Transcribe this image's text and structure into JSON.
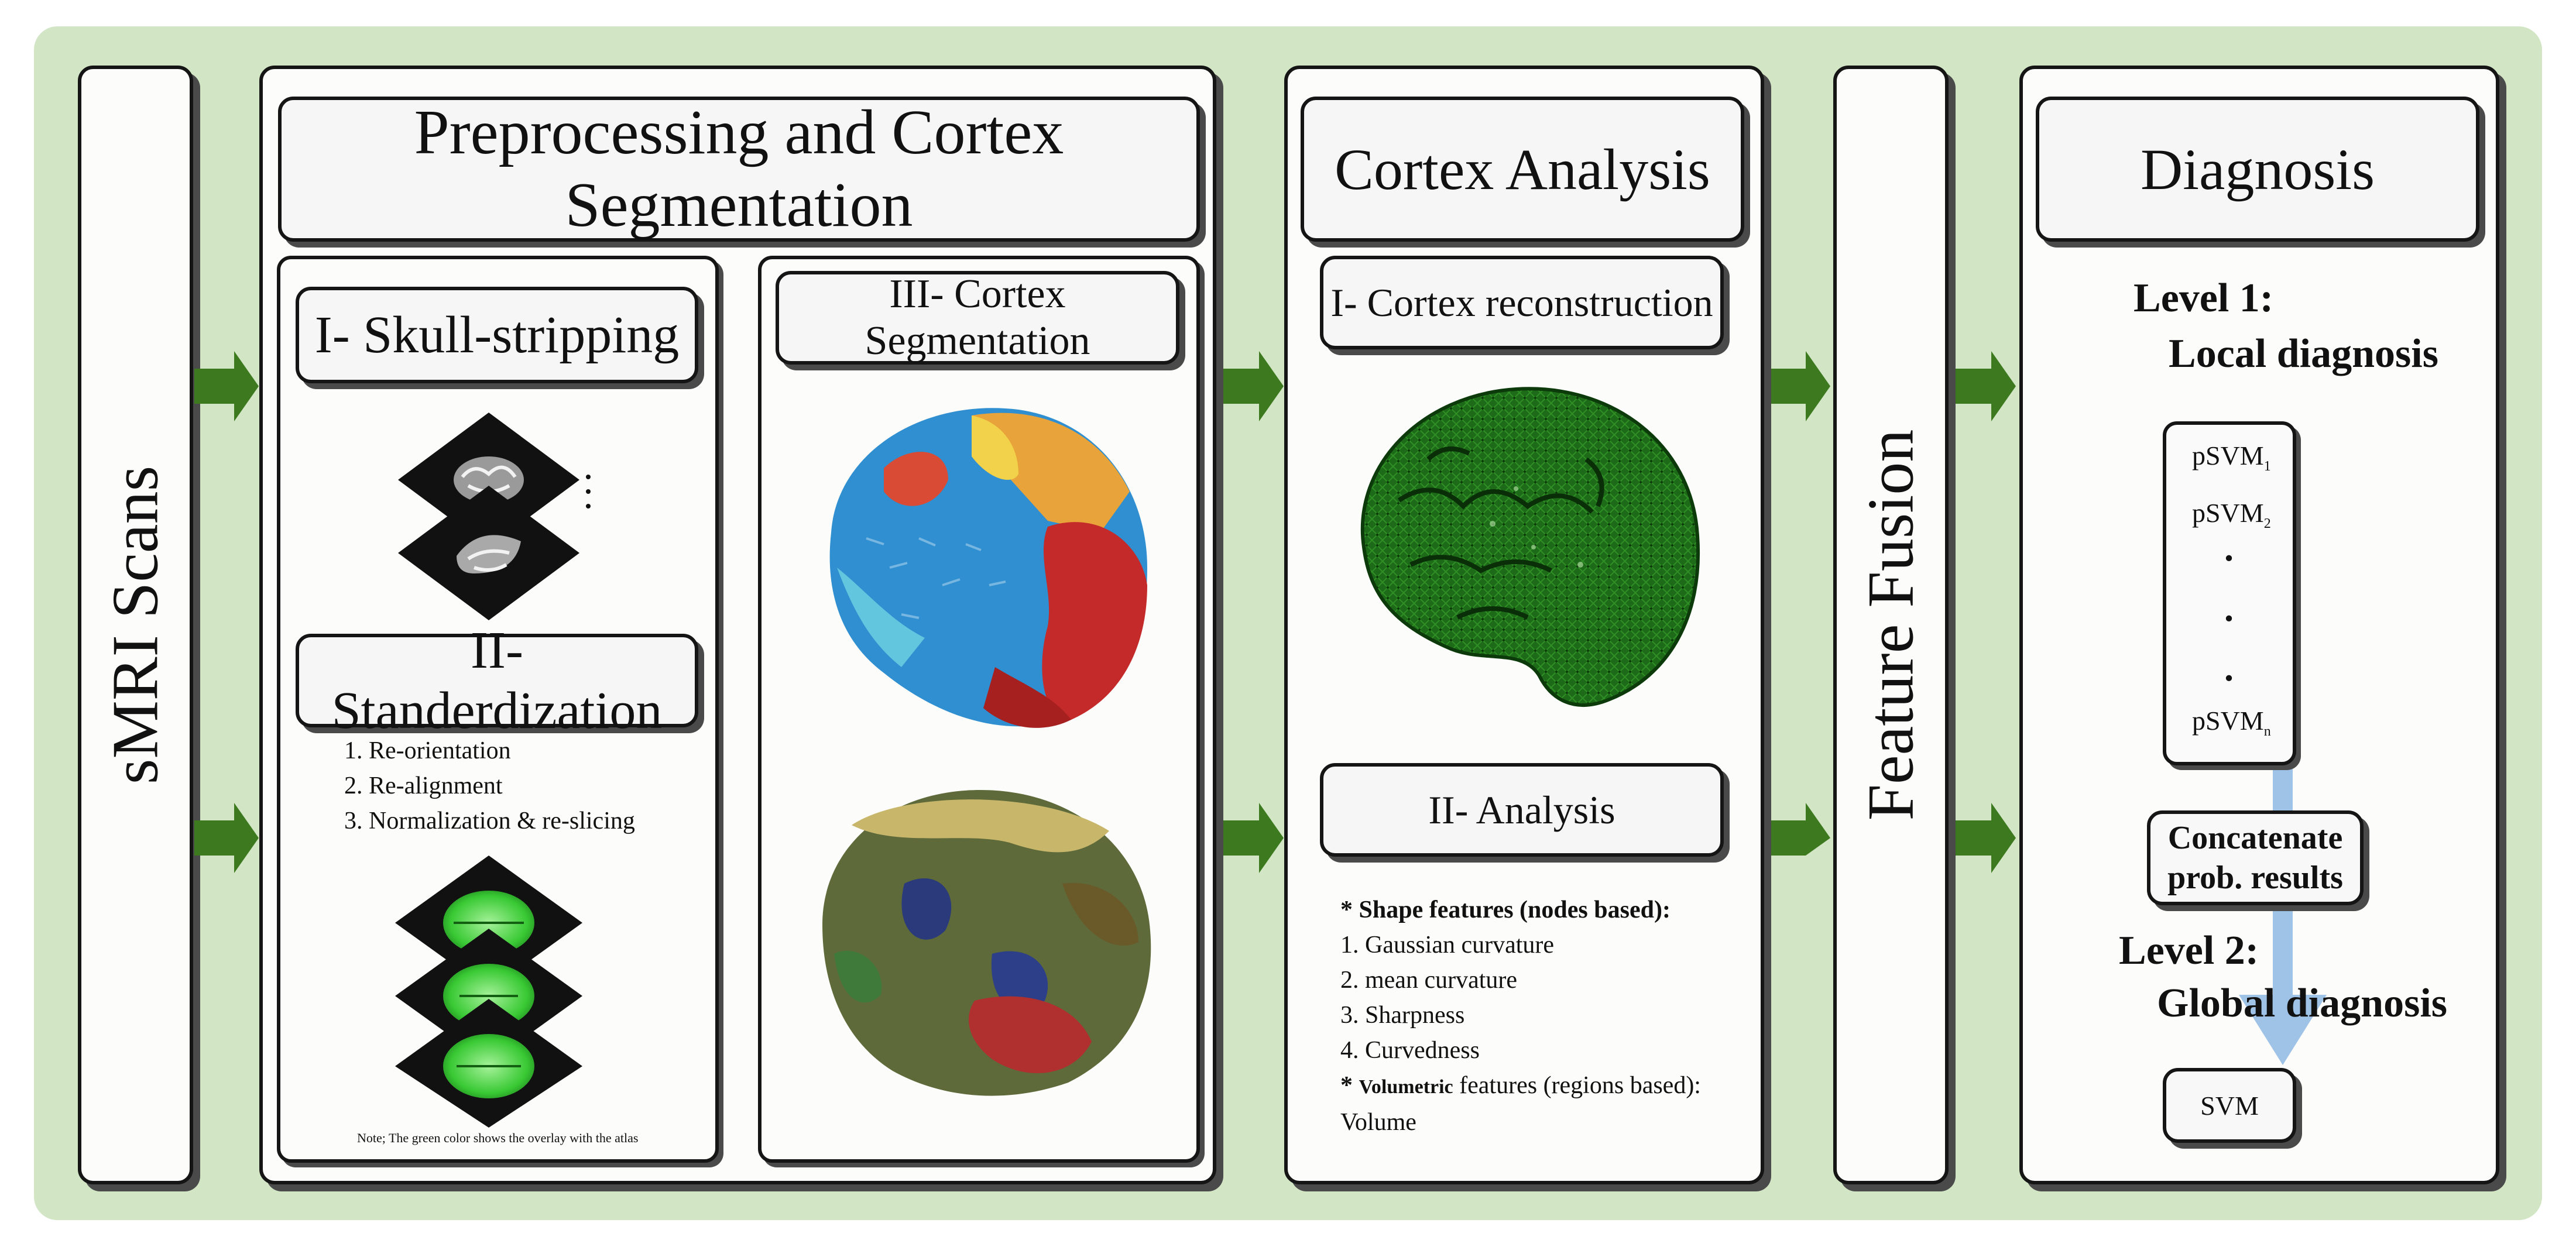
{
  "stages": {
    "smri": "sMRI Scans",
    "preprocessing": {
      "title": "Preprocessing and Cortex Segmentation",
      "skull": "I- Skull-stripping",
      "standard": "II- Standerdization",
      "steps": [
        "1. Re-orientation",
        "2. Re-alignment",
        "3. Normalization & re-slicing"
      ],
      "note": "Note; The green color shows the overlay with the atlas",
      "segmentation": "III- Cortex Segmentation"
    },
    "cortex": {
      "title": "Cortex Analysis",
      "reconstruction": "I- Cortex reconstruction",
      "analysis": "II- Analysis",
      "shape_header": "* Shape features (nodes based):",
      "shape_items": [
        "1. Gaussian curvature",
        "2. mean curvature",
        "3. Sharpness",
        "4. Curvedness"
      ],
      "vol_star": "*",
      "vol_word": "Volumetric",
      "vol_rest": "features (regions based):",
      "vol_item": "Volume"
    },
    "fusion": "Feature Fusion",
    "diagnosis": {
      "title": "Diagnosis",
      "level1": "Level 1:",
      "local": "Local diagnosis",
      "psvm": "pSVM",
      "sub1": "1",
      "sub2": "2",
      "subn": "n",
      "dot": ".",
      "concat1": "Concatenate",
      "concat2": "prob. results",
      "level2": "Level 2:",
      "global": "Global diagnosis",
      "svm": "SVM"
    }
  },
  "colors": {
    "background": "#d2e6c6",
    "arrow": "#3d7a1f",
    "flow_arrow": "#9fc3e6",
    "cortex_green": "#1d6b18"
  }
}
